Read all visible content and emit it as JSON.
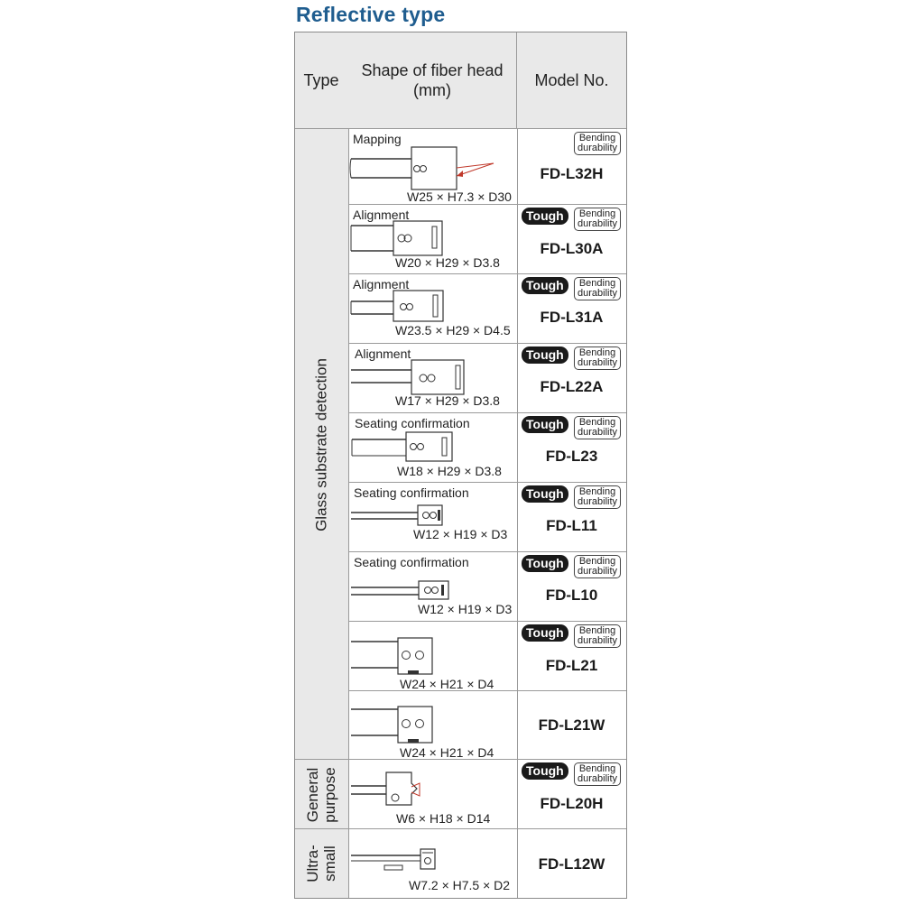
{
  "title": "Reflective type",
  "header": {
    "type": "Type",
    "shape": "Shape of fiber head (mm)",
    "model": "Model No."
  },
  "badges": {
    "tough": "Tough",
    "bending_line1": "Bending",
    "bending_line2": "durability"
  },
  "groups": [
    {
      "label": "Glass substrate detection"
    },
    {
      "label_line1": "General",
      "label_line2": "purpose"
    },
    {
      "label_line1": "Ultra-",
      "label_line2": "small"
    }
  ],
  "rows": [
    {
      "label": "Mapping",
      "dims": "W25 × H7.3 × D30",
      "model": "FD-L32H",
      "tough": false,
      "bending": true
    },
    {
      "label": "Alignment",
      "dims": "W20 × H29 × D3.8",
      "model": "FD-L30A",
      "tough": true,
      "bending": true
    },
    {
      "label": "Alignment",
      "dims": "W23.5 × H29 × D4.5",
      "model": "FD-L31A",
      "tough": true,
      "bending": true
    },
    {
      "label": "Alignment",
      "dims": "W17 × H29 × D3.8",
      "model": "FD-L22A",
      "tough": true,
      "bending": true
    },
    {
      "label": "Seating confirmation",
      "dims": "W18 × H29 × D3.8",
      "model": "FD-L23",
      "tough": true,
      "bending": true
    },
    {
      "label": "Seating confirmation",
      "dims": "W12 × H19 × D3",
      "model": "FD-L11",
      "tough": true,
      "bending": true
    },
    {
      "label": "Seating confirmation",
      "dims": "W12 × H19 × D3",
      "model": "FD-L10",
      "tough": true,
      "bending": true
    },
    {
      "label": "",
      "dims": "W24 × H21 × D4",
      "model": "FD-L21",
      "tough": true,
      "bending": true
    },
    {
      "label": "",
      "dims": "W24 × H21 × D4",
      "model": "FD-L21W",
      "tough": false,
      "bending": false
    },
    {
      "label": "",
      "dims": "W6 × H18 × D14",
      "model": "FD-L20H",
      "tough": true,
      "bending": true
    },
    {
      "label": "",
      "dims": "W7.2 × H7.5 × D2",
      "model": "FD-L12W",
      "tough": false,
      "bending": false
    }
  ]
}
